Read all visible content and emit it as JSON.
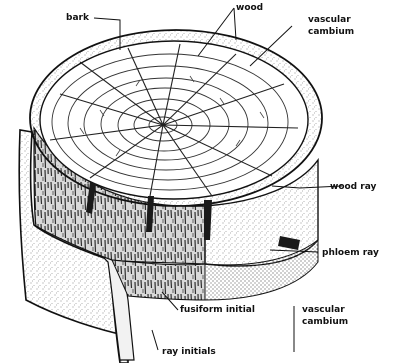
{
  "labels": {
    "bark": "bark",
    "wood": "wood",
    "vascular_cambium_top": [
      "vascular",
      "cambium"
    ],
    "wood_ray": "wood ray",
    "phloem_ray": "phloem ray",
    "fusiform_initial": "fusiform initial",
    "ray_initials": "ray initials",
    "vascular_cambium_bottom": [
      "vascular",
      "cambium"
    ]
  },
  "colors": {
    "ink": "#111111",
    "paper": "#ffffff",
    "stipple": "#8a8a8a",
    "grain": "#3a3a3a"
  }
}
